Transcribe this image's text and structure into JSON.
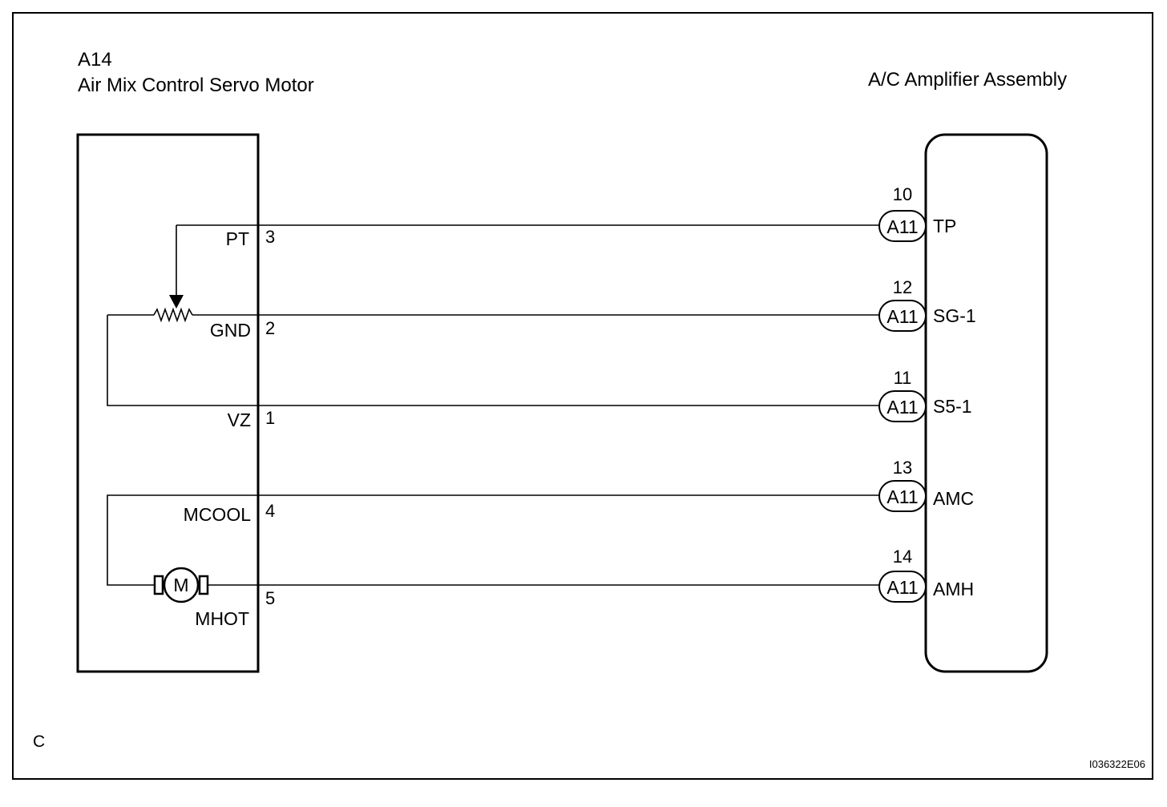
{
  "component": {
    "code": "A14",
    "name": "Air Mix Control Servo Motor"
  },
  "amplifier": {
    "name": "A/C Amplifier Assembly"
  },
  "connections": [
    {
      "left_label": "PT",
      "left_pin": "3",
      "connector": "A11",
      "amp_pin": "10",
      "amp_label": "TP"
    },
    {
      "left_label": "GND",
      "left_pin": "2",
      "connector": "A11",
      "amp_pin": "12",
      "amp_label": "SG-1"
    },
    {
      "left_label": "VZ",
      "left_pin": "1",
      "connector": "A11",
      "amp_pin": "11",
      "amp_label": "S5-1"
    },
    {
      "left_label": "MCOOL",
      "left_pin": "4",
      "connector": "A11",
      "amp_pin": "13",
      "amp_label": "AMC"
    },
    {
      "left_label": "MHOT",
      "left_pin": "5",
      "connector": "A11",
      "amp_pin": "14",
      "amp_label": "AMH"
    }
  ],
  "motor_symbol": "M",
  "corner_letter": "C",
  "figure_id": "I036322E06"
}
